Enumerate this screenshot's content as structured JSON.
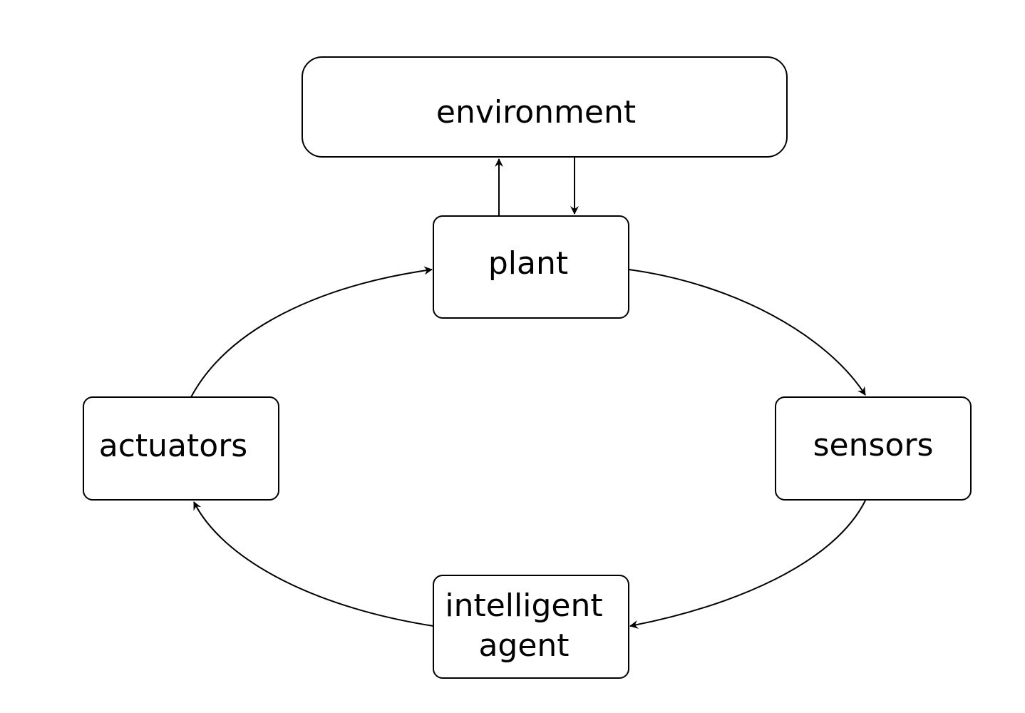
{
  "diagram": {
    "nodes": {
      "environment": {
        "label": "environment"
      },
      "plant": {
        "label": "plant"
      },
      "sensors": {
        "label": "sensors"
      },
      "actuators": {
        "label": "actuators"
      },
      "intelligent_agent": {
        "label_line1": "intelligent",
        "label_line2": "agent"
      }
    },
    "edges": [
      {
        "from": "plant",
        "to": "environment"
      },
      {
        "from": "environment",
        "to": "plant"
      },
      {
        "from": "plant",
        "to": "sensors"
      },
      {
        "from": "sensors",
        "to": "intelligent_agent"
      },
      {
        "from": "intelligent_agent",
        "to": "actuators"
      },
      {
        "from": "actuators",
        "to": "plant"
      }
    ],
    "colors": {
      "stroke": "#000000",
      "background": "#ffffff"
    }
  }
}
